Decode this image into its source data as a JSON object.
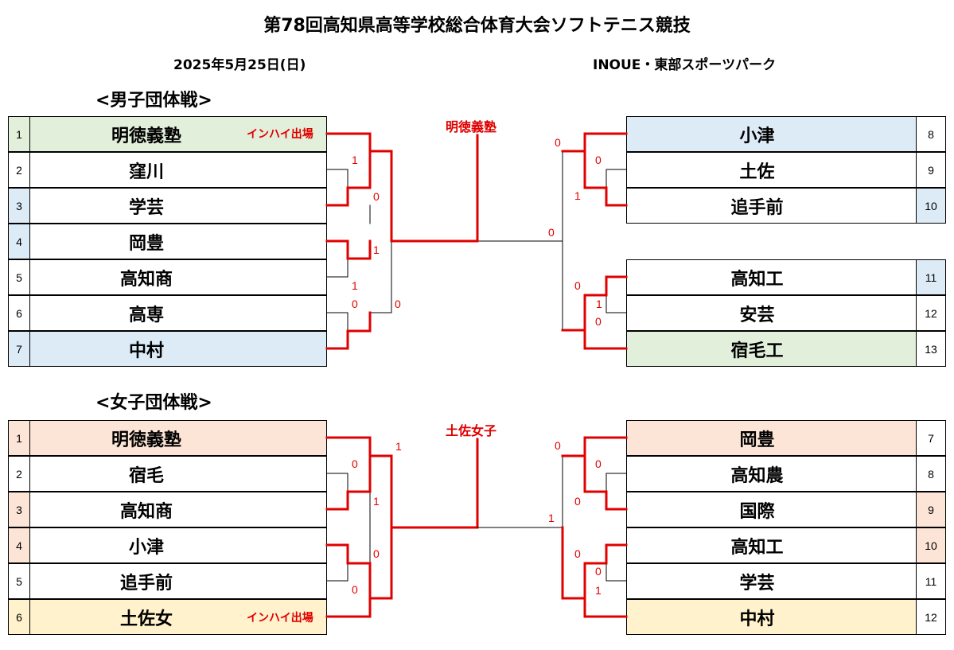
{
  "title": "第78回高知県高等学校総合体育大会ソフトテニス競技",
  "date": "2025年5月25日(日)",
  "venue": "INOUE・東部スポーツパーク",
  "colors": {
    "red": "#e00000",
    "green": "#e2efda",
    "blue": "#ddebf7",
    "orange": "#fce4d6",
    "yellow": "#fff2cc"
  },
  "boys": {
    "heading": "<男子団体戦>",
    "winner": "明徳義塾",
    "left": [
      {
        "num": "1",
        "name": "明徳義塾",
        "note": "インハイ出場"
      },
      {
        "num": "2",
        "name": "窪川"
      },
      {
        "num": "3",
        "name": "学芸"
      },
      {
        "num": "4",
        "name": "岡豊"
      },
      {
        "num": "5",
        "name": "高知商"
      },
      {
        "num": "6",
        "name": "高専"
      },
      {
        "num": "7",
        "name": "中村"
      }
    ],
    "right": [
      {
        "num": "8",
        "name": "小津"
      },
      {
        "num": "9",
        "name": "土佐"
      },
      {
        "num": "10",
        "name": "追手前"
      },
      {
        "num": "11",
        "name": "高知工"
      },
      {
        "num": "12",
        "name": "安芸"
      },
      {
        "num": "13",
        "name": "宿毛工"
      }
    ],
    "scores": [
      "1",
      "0",
      "1",
      "1",
      "0",
      "0",
      "0",
      "0",
      "1",
      "0",
      "0",
      "0",
      "1"
    ]
  },
  "girls": {
    "heading": "<女子団体戦>",
    "winner": "土佐女子",
    "left": [
      {
        "num": "1",
        "name": "明徳義塾"
      },
      {
        "num": "2",
        "name": "宿毛"
      },
      {
        "num": "3",
        "name": "高知商"
      },
      {
        "num": "4",
        "name": "小津"
      },
      {
        "num": "5",
        "name": "追手前"
      },
      {
        "num": "6",
        "name": "土佐女",
        "note": "インハイ出場"
      }
    ],
    "right": [
      {
        "num": "7",
        "name": "岡豊"
      },
      {
        "num": "8",
        "name": "高知農"
      },
      {
        "num": "9",
        "name": "国際"
      },
      {
        "num": "10",
        "name": "高知工"
      },
      {
        "num": "11",
        "name": "学芸"
      },
      {
        "num": "12",
        "name": "中村"
      }
    ],
    "scores": [
      "1",
      "0",
      "1",
      "0",
      "0",
      "0",
      "0",
      "0",
      "1",
      "0",
      "0",
      "1"
    ]
  }
}
